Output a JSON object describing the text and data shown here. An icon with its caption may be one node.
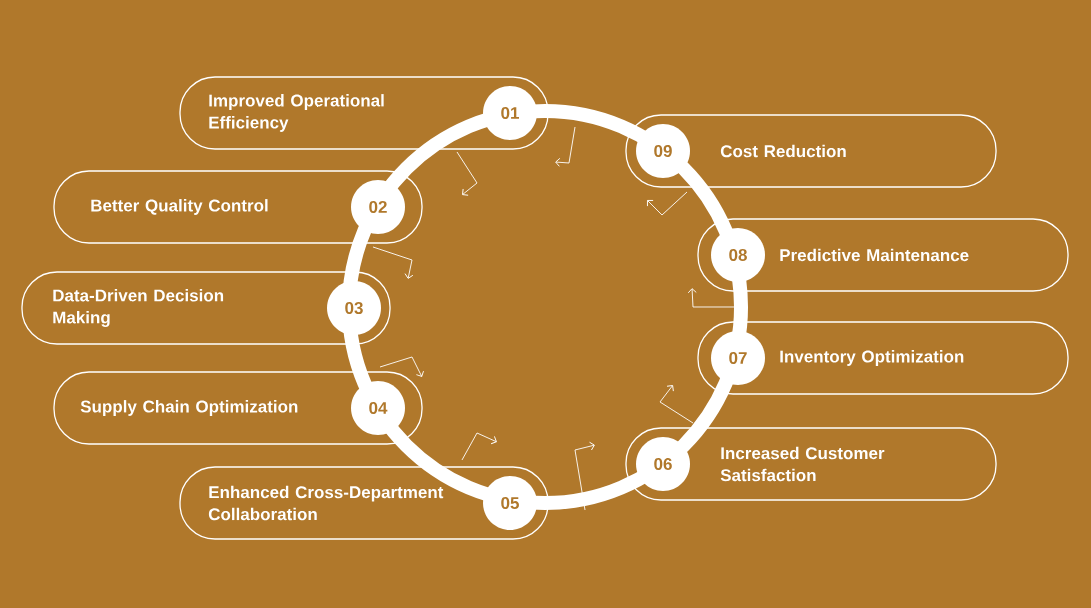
{
  "diagram": {
    "nodes": [
      {
        "text": [
          "Improved Operational Efficiency",
          "01"
        ]
      },
      {
        "text": [
          "Better Quality Control",
          "02"
        ]
      },
      {
        "text": [
          "Data-Driven Decision Making",
          "03"
        ]
      },
      {
        "text": [
          "Supply Chain Optimization",
          "04"
        ]
      },
      {
        "text": [
          "Enhanced Cross-Department Collaboration",
          "05"
        ]
      },
      {
        "text": [
          "06",
          "Increased Customer Satisfaction"
        ]
      },
      {
        "text": [
          "07",
          "Inventory Optimization"
        ]
      },
      {
        "text": [
          "08",
          "Predictive Maintenance"
        ]
      },
      {
        "text": [
          "09",
          "Cost Reduction"
        ]
      }
    ]
  }
}
